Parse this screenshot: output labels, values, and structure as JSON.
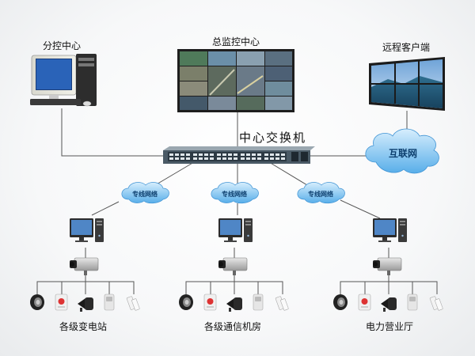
{
  "labels": {
    "branch_center": "分控中心",
    "main_center": "总监控中心",
    "remote_client": "远程客户端",
    "core_switch": "中心交换机",
    "internet": "互联网",
    "private_net": "专线网络",
    "site1": "各级变电站",
    "site2": "各级通信机房",
    "site3": "电力营业厅"
  },
  "colors": {
    "line": "#555555",
    "cloud": "#5fb0ec",
    "cloud_light": "#bfe2fb",
    "screen_dark": "#1b2a3a",
    "switch_body": "#4a5a66"
  }
}
